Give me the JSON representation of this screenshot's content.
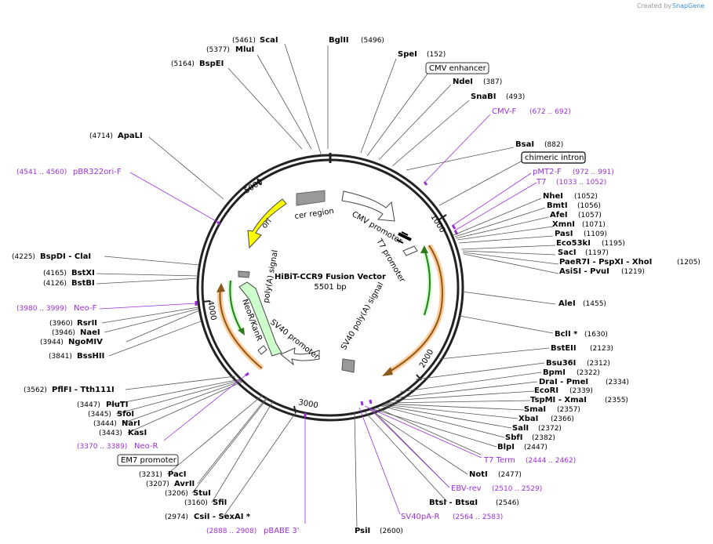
{
  "header": {
    "credit": "Created by",
    "brand": "SnapGene"
  },
  "center": {
    "name": "HiBiT-CCR9 Fusion Vector",
    "length": "5501 bp"
  },
  "ruler": [
    "1000",
    "2000",
    "3000",
    "4000",
    "5000"
  ],
  "colors": {
    "primer": "#9b30d9",
    "yellow": "#ffff00",
    "green": "#ccffcc",
    "orange": "#ffcc99",
    "gray": "#999999"
  },
  "sites": [
    {
      "name": "ScaI",
      "pos": "(5461)"
    },
    {
      "name": "MluI",
      "pos": "(5377)"
    },
    {
      "name": "BspEI",
      "pos": "(5164)"
    },
    {
      "name": "BglII",
      "pos": "(5496)"
    },
    {
      "name": "SpeI",
      "pos": "(152)"
    },
    {
      "name": "NdeI",
      "pos": "(387)"
    },
    {
      "name": "SnaBI",
      "pos": "(493)"
    },
    {
      "name": "ApaLI",
      "pos": "(4714)"
    },
    {
      "name": "BsaI",
      "pos": "(882)"
    },
    {
      "name": "NheI",
      "pos": "(1052)"
    },
    {
      "name": "BmtI",
      "pos": "(1056)"
    },
    {
      "name": "AfeI",
      "pos": "(1057)"
    },
    {
      "name": "XmnI",
      "pos": "(1071)"
    },
    {
      "name": "PasI",
      "pos": "(1109)"
    },
    {
      "name": "Eco53kI",
      "pos": "(1195)"
    },
    {
      "name": "SacI",
      "pos": "(1197)"
    },
    {
      "name": "PaeR7I - PspXI - XhoI",
      "pos": "(1205)"
    },
    {
      "name": "AsiSI - PvuI",
      "pos": "(1219)"
    },
    {
      "name": "BspDI - ClaI",
      "pos": "(4225)"
    },
    {
      "name": "BstXI",
      "pos": "(4165)"
    },
    {
      "name": "BstBI",
      "pos": "(4126)"
    },
    {
      "name": "AleI",
      "pos": "(1455)"
    },
    {
      "name": "RsrII",
      "pos": "(3960)"
    },
    {
      "name": "NaeI",
      "pos": "(3946)"
    },
    {
      "name": "NgoMIV",
      "pos": "(3944)"
    },
    {
      "name": "BclI *",
      "pos": "(1630)"
    },
    {
      "name": "BssHII",
      "pos": "(3841)"
    },
    {
      "name": "BstEII",
      "pos": "(2123)"
    },
    {
      "name": "Bsu36I",
      "pos": "(2312)"
    },
    {
      "name": "BpmI",
      "pos": "(2322)"
    },
    {
      "name": "DraI - PmeI",
      "pos": "(2334)"
    },
    {
      "name": "EcoRI",
      "pos": "(2339)"
    },
    {
      "name": "PflFI - Tth111I",
      "pos": "(3562)"
    },
    {
      "name": "TspMI - XmaI",
      "pos": "(2355)"
    },
    {
      "name": "SmaI",
      "pos": "(2357)"
    },
    {
      "name": "PluTI",
      "pos": "(3447)"
    },
    {
      "name": "SfoI",
      "pos": "(3445)"
    },
    {
      "name": "XbaI",
      "pos": "(2366)"
    },
    {
      "name": "NarI",
      "pos": "(3444)"
    },
    {
      "name": "SalI",
      "pos": "(2372)"
    },
    {
      "name": "KasI",
      "pos": "(3443)"
    },
    {
      "name": "SbfI",
      "pos": "(2382)"
    },
    {
      "name": "BlpI",
      "pos": "(2447)"
    },
    {
      "name": "PacI",
      "pos": "(3231)"
    },
    {
      "name": "NotI",
      "pos": "(2477)"
    },
    {
      "name": "AvrII",
      "pos": "(3207)"
    },
    {
      "name": "StuI",
      "pos": "(3206)"
    },
    {
      "name": "BtsI - BtsαI",
      "pos": "(2546)"
    },
    {
      "name": "SfiI",
      "pos": "(3160)"
    },
    {
      "name": "CsiI - SexAI *",
      "pos": "(2974)"
    },
    {
      "name": "PsiI",
      "pos": "(2600)"
    }
  ],
  "primers": [
    {
      "name": "CMV-F",
      "range": "(672 .. 692)"
    },
    {
      "name": "pBR322ori-F",
      "range": "(4541 .. 4560)"
    },
    {
      "name": "pMT2-F",
      "range": "(972 .. 991)"
    },
    {
      "name": "T7",
      "range": "(1033 .. 1052)"
    },
    {
      "name": "Neo-F",
      "range": "(3980 .. 3999)"
    },
    {
      "name": "Neo-R",
      "range": "(3370 .. 3389)"
    },
    {
      "name": "T7 Term",
      "range": "(2444 .. 2462)"
    },
    {
      "name": "EBV-rev",
      "range": "(2510 .. 2529)"
    },
    {
      "name": "SV40pA-R",
      "range": "(2564 .. 2583)"
    },
    {
      "name": "pBABE 3'",
      "range": "(2888 .. 2908)"
    }
  ],
  "boxed": [
    "CMV enhancer",
    "chimeric intron",
    "EM7 promoter"
  ],
  "features": {
    "cer": "cer region",
    "ori": "ori",
    "cmv": "CMV promoter",
    "t7": "T7 promoter",
    "polya": "poly(A) signal",
    "neo": "NeoR/KanR",
    "sv40p": "SV40 promoter",
    "sv40pa": "SV40 poly(A) signal"
  }
}
